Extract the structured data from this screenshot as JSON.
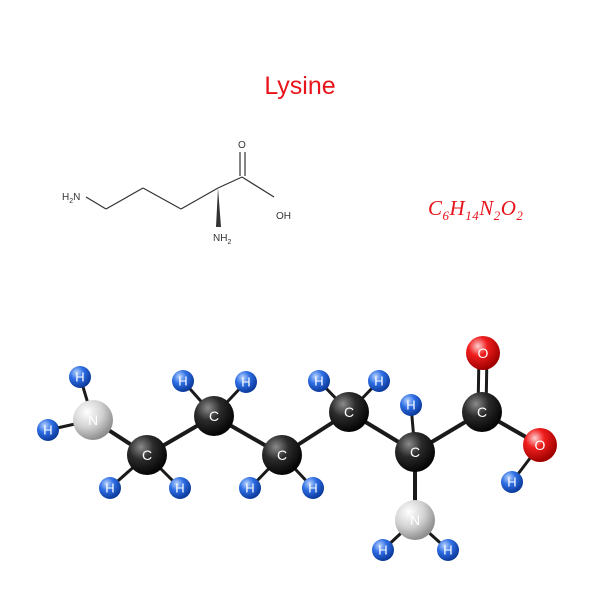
{
  "title": "Lysine",
  "formula": {
    "parts": [
      {
        "el": "C",
        "n": "6"
      },
      {
        "el": "H",
        "n": "14"
      },
      {
        "el": "N",
        "n": "2"
      },
      {
        "el": "O",
        "n": "2"
      }
    ]
  },
  "skeletal": {
    "amine_left": {
      "main": "H",
      "sub": "2",
      "tail": "N"
    },
    "carbonyl_o": "O",
    "hydroxyl": "OH",
    "amine_alpha": {
      "main": "NH",
      "sub": "2"
    }
  },
  "ball_stick": {
    "atoms": [
      {
        "label": "N",
        "kind": "N"
      },
      {
        "label": "C",
        "kind": "C"
      },
      {
        "label": "C",
        "kind": "C"
      },
      {
        "label": "C",
        "kind": "C"
      },
      {
        "label": "C",
        "kind": "C"
      },
      {
        "label": "C",
        "kind": "C"
      },
      {
        "label": "C",
        "kind": "C"
      },
      {
        "label": "O",
        "kind": "O"
      },
      {
        "label": "O",
        "kind": "O"
      },
      {
        "label": "N",
        "kind": "N"
      }
    ],
    "hydrogen_label": "H"
  },
  "colors": {
    "title": "#e8141b",
    "carbon": "#2b2b2b",
    "nitrogen": "#d6d6d6",
    "oxygen": "#e8141b",
    "hydrogen": "#2f6fe4",
    "bond": "#1a1a1a"
  }
}
